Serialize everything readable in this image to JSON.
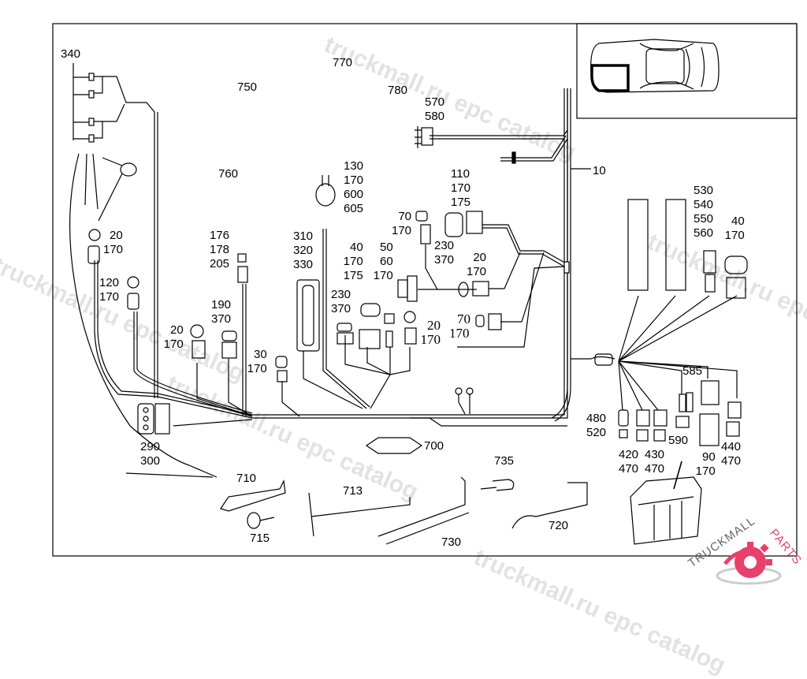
{
  "diagram": {
    "title": "Wiring harness parts diagram",
    "watermarks": [
      "truckmall.ru epc catalog",
      "truckmall.ru epc catalog",
      "truckmall.ru epc catalog",
      "truckmall.ru epc catalog",
      "truckmall.ru epc catalog"
    ],
    "logo": {
      "text_left": "TRUCKMALL",
      "text_right": "PARTS",
      "color": "#e8406a"
    },
    "inset": {
      "name": "vehicle-location-inset",
      "description": "Top view of car with highlighted rear section"
    },
    "callouts": [
      {
        "id": "c340",
        "lines": [
          "340"
        ]
      },
      {
        "id": "c750",
        "lines": [
          "750"
        ]
      },
      {
        "id": "c760",
        "lines": [
          "760"
        ]
      },
      {
        "id": "c770",
        "lines": [
          "770"
        ]
      },
      {
        "id": "c780",
        "lines": [
          "780"
        ]
      },
      {
        "id": "c570",
        "lines": [
          "570",
          "580"
        ]
      },
      {
        "id": "c10",
        "lines": [
          "10"
        ]
      },
      {
        "id": "c130",
        "lines": [
          "130",
          "170",
          "600",
          "605"
        ]
      },
      {
        "id": "c110",
        "lines": [
          "110",
          "170",
          "175"
        ]
      },
      {
        "id": "c70a",
        "lines": [
          "70",
          "170"
        ]
      },
      {
        "id": "c230a",
        "lines": [
          "230",
          "370"
        ]
      },
      {
        "id": "c20a",
        "lines": [
          "20",
          "170"
        ]
      },
      {
        "id": "c530",
        "lines": [
          "530",
          "540",
          "550",
          "560"
        ]
      },
      {
        "id": "c40a",
        "lines": [
          "40",
          "170"
        ]
      },
      {
        "id": "c20b",
        "lines": [
          "20",
          "170"
        ]
      },
      {
        "id": "c120",
        "lines": [
          "120",
          "170"
        ]
      },
      {
        "id": "c176",
        "lines": [
          "176",
          "178",
          "205"
        ]
      },
      {
        "id": "c310",
        "lines": [
          "310",
          "320",
          "330"
        ]
      },
      {
        "id": "c40b",
        "lines": [
          "40",
          "170",
          "175"
        ]
      },
      {
        "id": "c50",
        "lines": [
          "50",
          "60",
          "170"
        ]
      },
      {
        "id": "c230b",
        "lines": [
          "230",
          "370"
        ]
      },
      {
        "id": "c190",
        "lines": [
          "190",
          "370"
        ]
      },
      {
        "id": "c20c",
        "lines": [
          "20",
          "170"
        ]
      },
      {
        "id": "c20d",
        "lines": [
          "20",
          "170"
        ]
      },
      {
        "id": "c70b",
        "lines": [
          "70",
          "170"
        ]
      },
      {
        "id": "c30",
        "lines": [
          "30",
          "170"
        ]
      },
      {
        "id": "c585",
        "lines": [
          "585"
        ]
      },
      {
        "id": "c480",
        "lines": [
          "480",
          "520"
        ]
      },
      {
        "id": "c420",
        "lines": [
          "420",
          "470"
        ]
      },
      {
        "id": "c430",
        "lines": [
          "430",
          "470"
        ]
      },
      {
        "id": "c590",
        "lines": [
          "590"
        ]
      },
      {
        "id": "c90",
        "lines": [
          "90",
          "170"
        ]
      },
      {
        "id": "c440",
        "lines": [
          "440",
          "470"
        ]
      },
      {
        "id": "c290",
        "lines": [
          "290",
          "300"
        ]
      },
      {
        "id": "c700",
        "lines": [
          "700"
        ]
      },
      {
        "id": "c710",
        "lines": [
          "710"
        ]
      },
      {
        "id": "c713",
        "lines": [
          "713"
        ]
      },
      {
        "id": "c715",
        "lines": [
          "715"
        ]
      },
      {
        "id": "c730",
        "lines": [
          "730"
        ]
      },
      {
        "id": "c735",
        "lines": [
          "735"
        ]
      },
      {
        "id": "c720",
        "lines": [
          "720"
        ]
      }
    ]
  }
}
